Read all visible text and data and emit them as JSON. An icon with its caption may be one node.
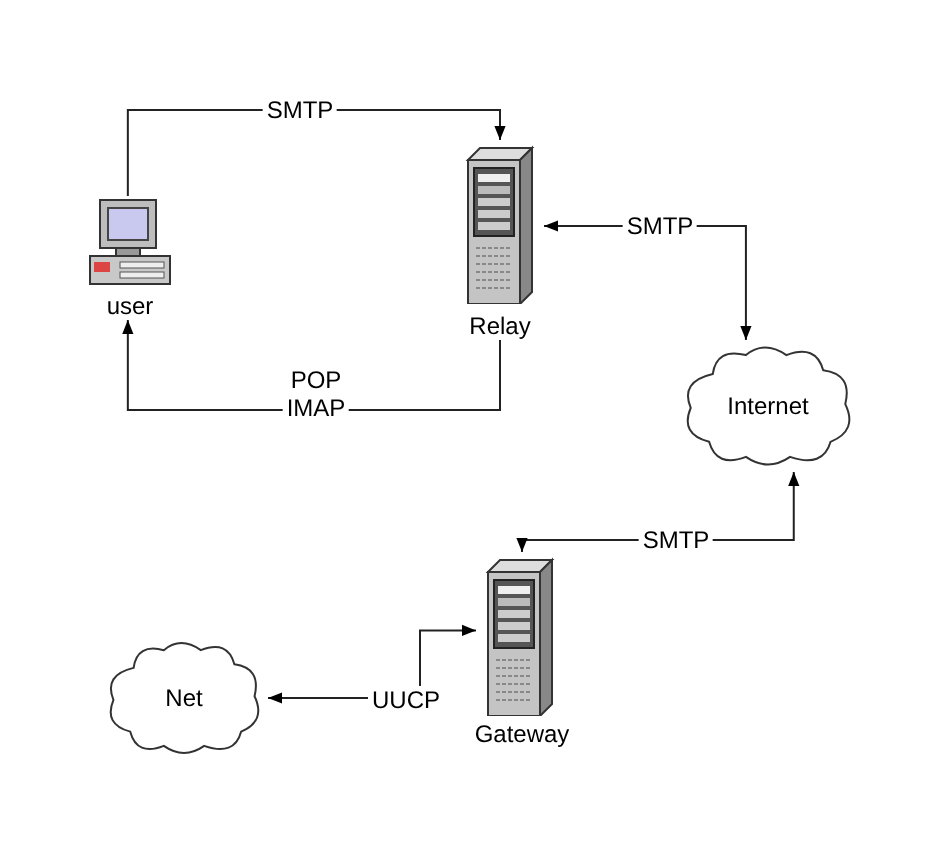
{
  "diagram": {
    "nodes": [
      {
        "text": [
          "user"
        ]
      },
      {
        "text": [
          "Relay"
        ]
      },
      {
        "text": [
          "Internet"
        ]
      },
      {
        "text": [
          "Gateway"
        ]
      },
      {
        "text": [
          "Net"
        ]
      }
    ],
    "edges": [
      {
        "from": 0,
        "to": 1,
        "arrow": "to",
        "label": "SMTP"
      },
      {
        "from": 1,
        "to": 0,
        "arrow": "to",
        "label": "POP IMAP"
      },
      {
        "from": 1,
        "to": 2,
        "arrow": "both",
        "label": "SMTP"
      },
      {
        "from": 2,
        "to": 3,
        "arrow": "both",
        "label": "SMTP"
      },
      {
        "from": 3,
        "to": 4,
        "arrow": "both",
        "label": "UUCP"
      }
    ]
  }
}
